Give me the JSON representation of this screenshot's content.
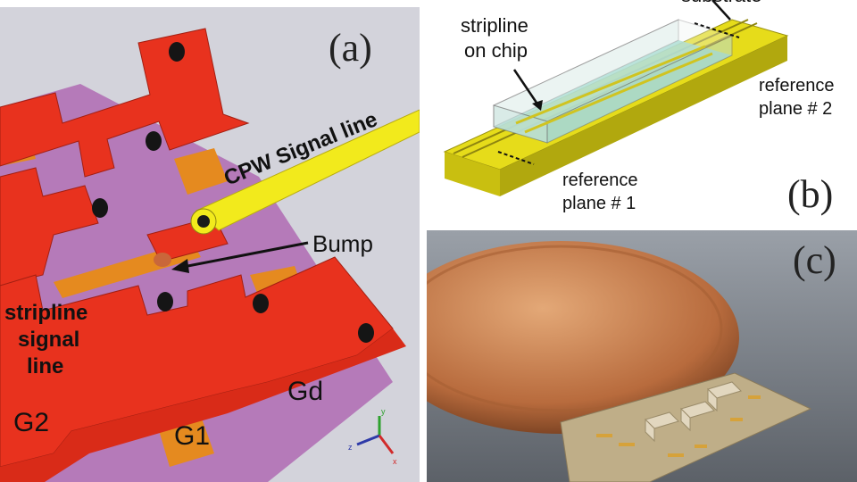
{
  "panel_a": {
    "tag": "(a)",
    "cpw_label": "CPW Signal line",
    "bump_label": "Bump",
    "stripline_label": [
      "stripline",
      "signal",
      "line"
    ],
    "g2_label": "G2",
    "g1_label": "G1",
    "gd_label": "Gd",
    "axis_labels": {
      "y": "y",
      "z": "z",
      "x": "x"
    },
    "colors": {
      "background": "#cfd0d8",
      "conductor": "#e8321e",
      "substrate": "#b57ab9",
      "pad": "#e58a1f",
      "cpw": "#f2ea1c"
    }
  },
  "panel_b": {
    "tag": "(b)",
    "partial_label": "substrate",
    "stripline_label": [
      "stripline",
      "on chip"
    ],
    "ref1_label": [
      "reference",
      "plane # 1"
    ],
    "ref2_label": [
      "reference",
      "plane # 2"
    ],
    "colors": {
      "board": "#e6dc1a",
      "chip": "#8fd3c8"
    }
  },
  "panel_c": {
    "tag": "(c)",
    "colors": {
      "coin": "#c9814e",
      "chip": "#bfae88"
    }
  }
}
